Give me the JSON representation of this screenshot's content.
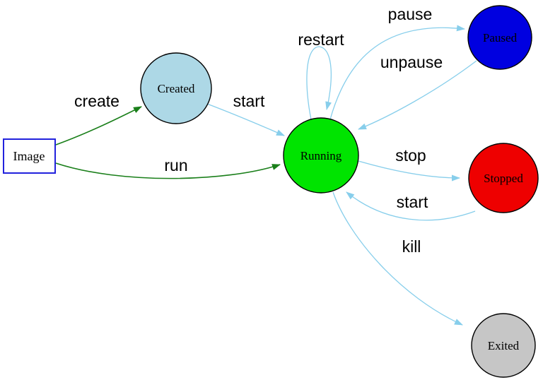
{
  "diagram": {
    "kind": "state-diagram",
    "background": "#ffffff"
  },
  "colors": {
    "edge_blue": "#87ceeb",
    "edge_green": "#1a7f1a",
    "node_border": "#000000",
    "box_border": "#2222dd",
    "label_text": "#000000"
  },
  "nodes": {
    "image": {
      "label": "Image",
      "shape": "box",
      "fill": "#ffffff"
    },
    "created": {
      "label": "Created",
      "shape": "circle",
      "fill": "#add8e6"
    },
    "running": {
      "label": "Running",
      "shape": "circle",
      "fill": "#00e400"
    },
    "paused": {
      "label": "Paused",
      "shape": "circle",
      "fill": "#0000e0"
    },
    "stopped": {
      "label": "Stopped",
      "shape": "circle",
      "fill": "#ee0000"
    },
    "exited": {
      "label": "Exited",
      "shape": "circle",
      "fill": "#c6c6c6"
    }
  },
  "edges": {
    "create": {
      "label": "create",
      "from": "Image",
      "to": "Created",
      "color": "green"
    },
    "run": {
      "label": "run",
      "from": "Image",
      "to": "Running",
      "color": "green"
    },
    "start_created": {
      "label": "start",
      "from": "Created",
      "to": "Running",
      "color": "blue"
    },
    "restart": {
      "label": "restart",
      "from": "Running",
      "to": "Running",
      "color": "blue"
    },
    "pause": {
      "label": "pause",
      "from": "Running",
      "to": "Paused",
      "color": "blue"
    },
    "unpause": {
      "label": "unpause",
      "from": "Paused",
      "to": "Running",
      "color": "blue"
    },
    "stop": {
      "label": "stop",
      "from": "Running",
      "to": "Stopped",
      "color": "blue"
    },
    "start_stopped": {
      "label": "start",
      "from": "Stopped",
      "to": "Running",
      "color": "blue"
    },
    "kill": {
      "label": "kill",
      "from": "Running",
      "to": "Exited",
      "color": "blue"
    }
  }
}
